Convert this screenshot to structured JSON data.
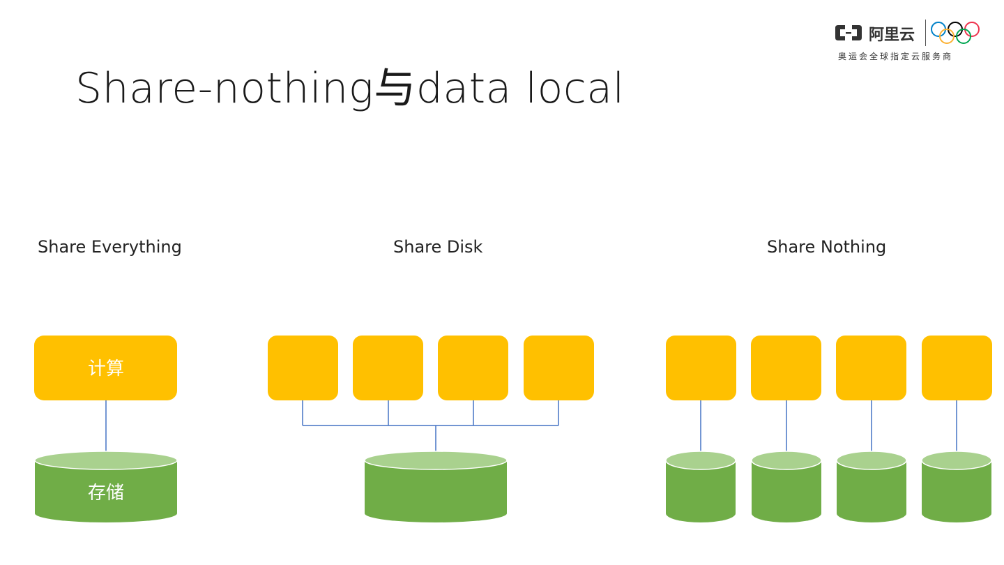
{
  "title": "Share-nothing与data local",
  "logo": {
    "brand": "阿里云",
    "subtitle": "奥运会全球指定云服务商",
    "icon": "aliyun-bracket-logo",
    "rings_icon": "olympic-rings"
  },
  "sections": {
    "share_everything": {
      "label": "Share Everything",
      "compute_label": "计算",
      "storage_label": "存储",
      "compute_count": 1,
      "storage_count": 1
    },
    "share_disk": {
      "label": "Share Disk",
      "compute_count": 4,
      "storage_count": 1
    },
    "share_nothing": {
      "label": "Share Nothing",
      "compute_count": 4,
      "storage_count": 4
    }
  },
  "colors": {
    "compute": "#FFC000",
    "storage_body": "#70AD47",
    "storage_top": "#A9D18E",
    "connector": "#4472C4",
    "olympic_blue": "#0081C8",
    "olympic_yellow": "#FCB131",
    "olympic_black": "#000000",
    "olympic_green": "#00A651",
    "olympic_red": "#EE334E"
  }
}
